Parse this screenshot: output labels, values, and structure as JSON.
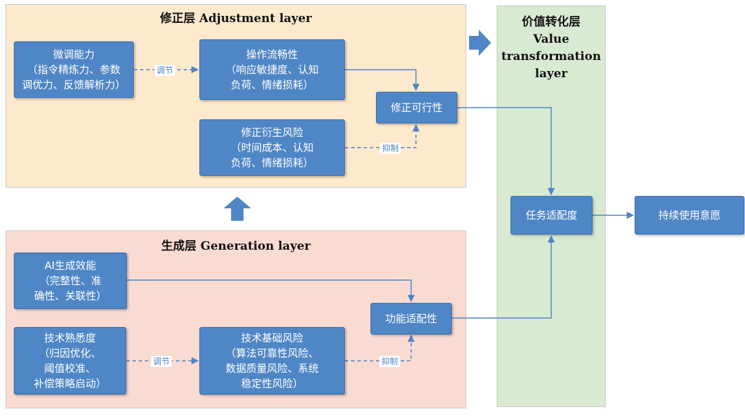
{
  "layers": {
    "adjustment": {
      "title": "修正层 Adjustment layer"
    },
    "generation": {
      "title": "生成层 Generation layer"
    },
    "value": {
      "title_lines": [
        "价值转化层",
        "Value",
        "transformation",
        "layer"
      ]
    }
  },
  "nodes": {
    "fine_tuning": {
      "lines": [
        "微调能力",
        "（指令精炼力、参数",
        "调优力、反馈解析力）"
      ]
    },
    "operation_fluency": {
      "lines": [
        "操作流畅性",
        "（响应敏捷度、认知",
        "负荷、情绪损耗）"
      ]
    },
    "correction_feasibility": {
      "lines": [
        "修正可行性"
      ]
    },
    "correction_risk": {
      "lines": [
        "修正衍生风险",
        "（时间成本、认知",
        "负荷、情绪损耗）"
      ]
    },
    "ai_efficacy": {
      "lines": [
        "AI生成效能",
        "（完整性、准",
        "确性、关联性）"
      ]
    },
    "functional_fit": {
      "lines": [
        "功能适配性"
      ]
    },
    "tech_familiarity": {
      "lines": [
        "技术熟悉度",
        "（归因优化、",
        "阈值校准、",
        "补偿策略启动）"
      ]
    },
    "tech_risk": {
      "lines": [
        "技术基础风险",
        "（算法可靠性风险、",
        "数据质量风险、系统",
        "稳定性风险）"
      ]
    },
    "task_fit": {
      "lines": [
        "任务适配度"
      ]
    },
    "continuance": {
      "lines": [
        "持续使用意愿"
      ]
    }
  },
  "edge_labels": {
    "adjust_regulate": "调节",
    "adjust_suppress": "抑制",
    "gen_regulate": "调节",
    "gen_suppress": "抑制"
  },
  "colors": {
    "node_fill": "#4f86c6",
    "arrow": "#4f86c6",
    "adjustment_bg": "#fde9cc",
    "generation_bg": "#fadbd2",
    "value_bg": "#d9ead3"
  }
}
